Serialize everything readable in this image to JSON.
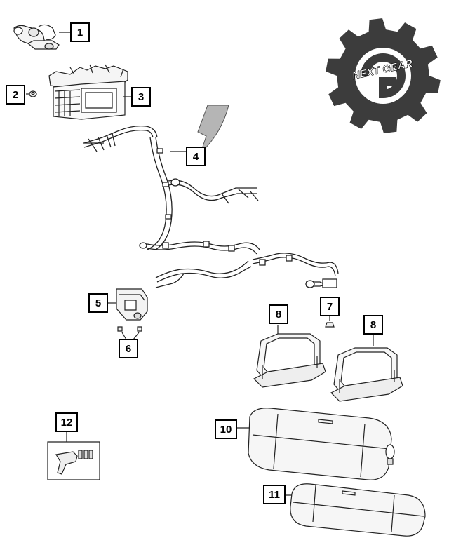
{
  "logo": {
    "text": "NEXT GEAR",
    "gear_color": "#3c3c3c",
    "letter_color": "#ffffff"
  },
  "callouts": [
    "1",
    "2",
    "3",
    "4",
    "5",
    "6",
    "7",
    "8",
    "8",
    "10",
    "11",
    "12"
  ],
  "colors": {
    "line": "#222222",
    "background": "#ffffff"
  }
}
